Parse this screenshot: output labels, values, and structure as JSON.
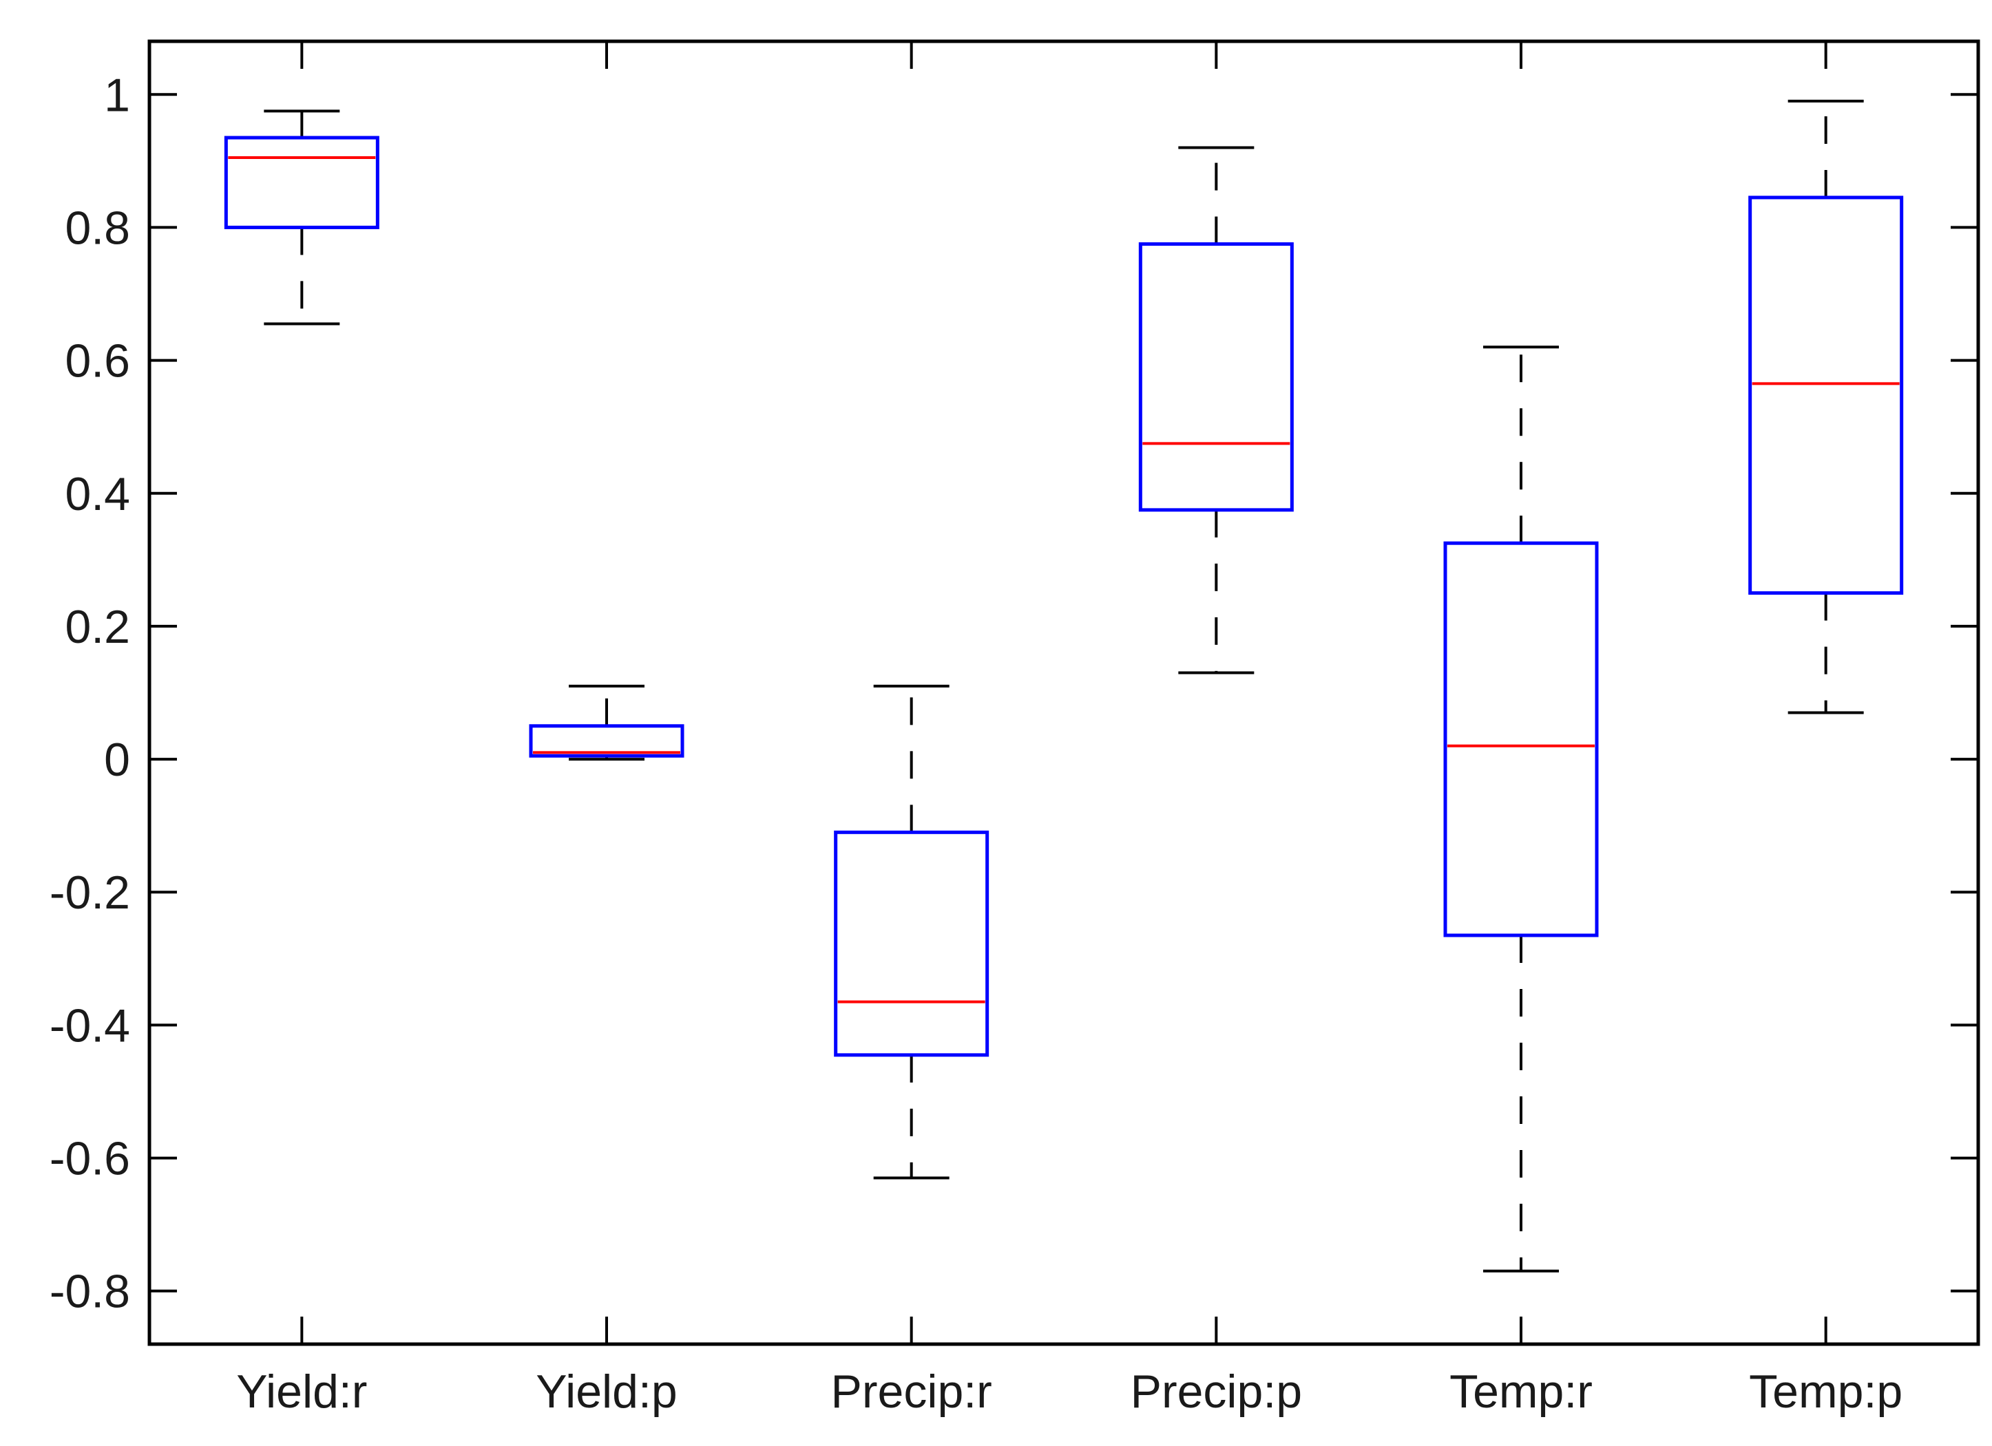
{
  "chart_data": {
    "type": "boxplot",
    "title": "",
    "xlabel": "",
    "ylabel": "",
    "categories": [
      "Yield:r",
      "Yield:p",
      "Precip:r",
      "Precip:p",
      "Temp:r",
      "Temp:p"
    ],
    "boxes": [
      {
        "category": "Yield:r",
        "whisker_low": 0.655,
        "q1": 0.8,
        "median": 0.905,
        "q3": 0.935,
        "whisker_high": 0.975
      },
      {
        "category": "Yield:p",
        "whisker_low": 0.0,
        "q1": 0.005,
        "median": 0.01,
        "q3": 0.05,
        "whisker_high": 0.11
      },
      {
        "category": "Precip:r",
        "whisker_low": -0.63,
        "q1": -0.445,
        "median": -0.365,
        "q3": -0.11,
        "whisker_high": 0.11
      },
      {
        "category": "Precip:p",
        "whisker_low": 0.13,
        "q1": 0.375,
        "median": 0.475,
        "q3": 0.775,
        "whisker_high": 0.92
      },
      {
        "category": "Temp:r",
        "whisker_low": -0.77,
        "q1": -0.265,
        "median": 0.02,
        "q3": 0.325,
        "whisker_high": 0.62
      },
      {
        "category": "Temp:p",
        "whisker_low": 0.07,
        "q1": 0.25,
        "median": 0.565,
        "q3": 0.845,
        "whisker_high": 0.99
      }
    ],
    "ylim": [
      -0.88,
      1.08
    ],
    "yticks": [
      -0.8,
      -0.6,
      -0.4,
      -0.2,
      0,
      0.2,
      0.4,
      0.6,
      0.8,
      1
    ],
    "ytick_labels": [
      "-0.8",
      "-0.6",
      "-0.4",
      "-0.2",
      "0",
      "0.2",
      "0.4",
      "0.6",
      "0.8",
      "1"
    ],
    "grid": false,
    "legend": "none",
    "colors": {
      "box": "#0000ff",
      "median": "#ff0000",
      "whisker": "#000000",
      "axes": "#000000"
    }
  }
}
